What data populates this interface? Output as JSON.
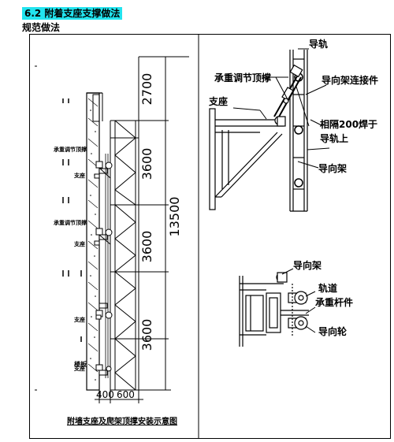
{
  "page": {
    "section_title": "6.2 附着支座支撑做法",
    "subtitle": "规范做法"
  },
  "left_drawing": {
    "caption": "附墙支座及爬架顶撑安装示意图",
    "dims_vertical": [
      "2700",
      "3600",
      "3600",
      "3600"
    ],
    "dim_total": "13500",
    "dims_bottom": [
      "400",
      "600"
    ],
    "labels": {
      "top_brace_1": "承重调节顶撑",
      "support_1": "支座",
      "top_brace_2": "承重调节顶撑",
      "support_2": "支座",
      "support_3": "支座",
      "support_4": "支座",
      "floor_slab": "楼板"
    }
  },
  "right_top_detail": {
    "guide_rail": "导轨",
    "top_brace": "承重调节顶撑",
    "guide_frame_connector": "导向架连接件",
    "support": "支座",
    "weld_note_line1": "相隔200焊于",
    "weld_note_line2": "导轨上",
    "guide_frame": "导向架"
  },
  "right_bottom_detail": {
    "guide_frame": "导向架",
    "track": "轨道",
    "load_bar": "承重杆件",
    "guide_wheel": "导向轮"
  },
  "colors": {
    "highlight": "#22e4ef",
    "line": "#000000"
  }
}
